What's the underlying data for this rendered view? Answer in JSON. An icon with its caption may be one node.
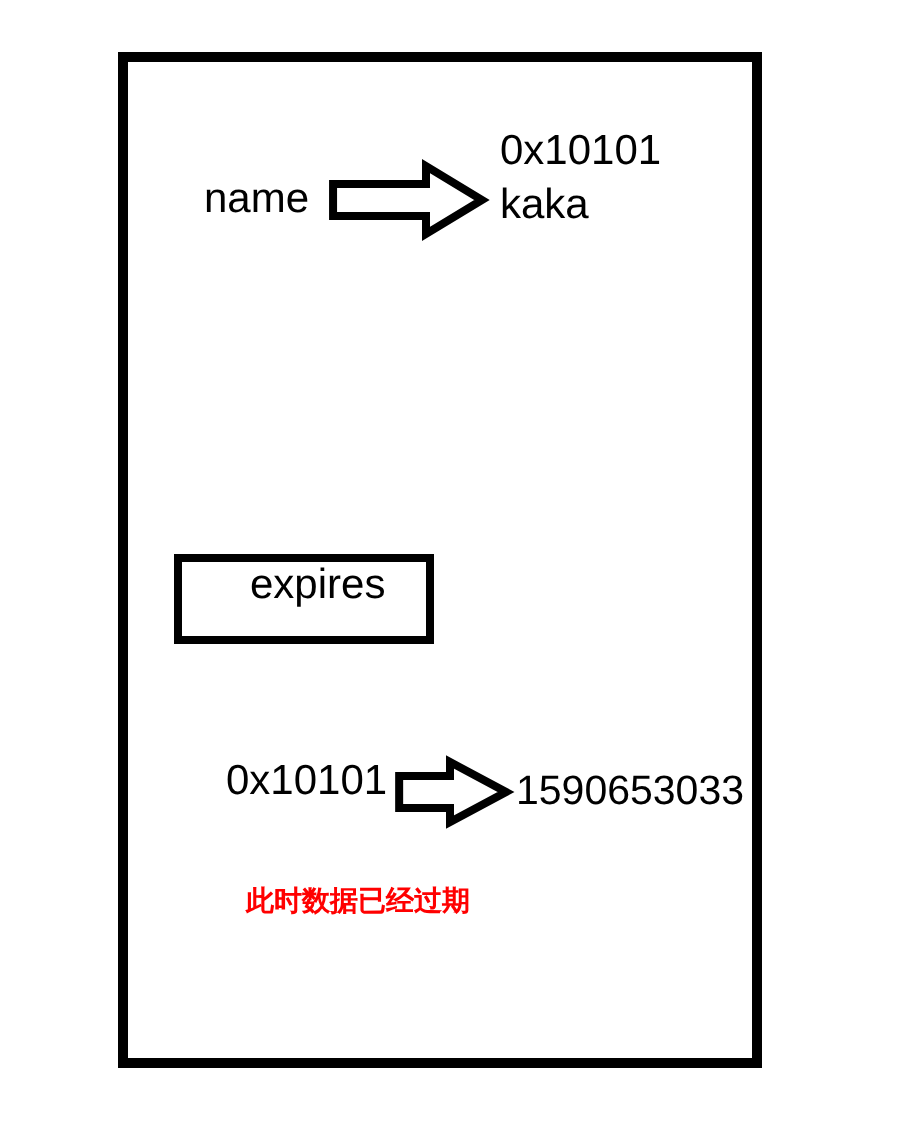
{
  "diagram": {
    "nodes": [
      {
        "text": [],
        "shape": "box"
      },
      {
        "text": [
          "name"
        ],
        "in": 0
      },
      {
        "text": [
          "0x10101 kaka"
        ],
        "in": 0
      },
      {
        "text": [
          "expires"
        ],
        "in": 0
      },
      {
        "text": [
          "0x10101"
        ],
        "in": 0
      },
      {
        "text": [
          "1590653033"
        ],
        "in": 0
      }
    ],
    "edges": [
      {
        "from": 1,
        "to": 2,
        "arrow": "to"
      },
      {
        "from": 4,
        "to": 5,
        "arrow": "to"
      }
    ],
    "labels": [
      "此时数据已经过期"
    ]
  }
}
